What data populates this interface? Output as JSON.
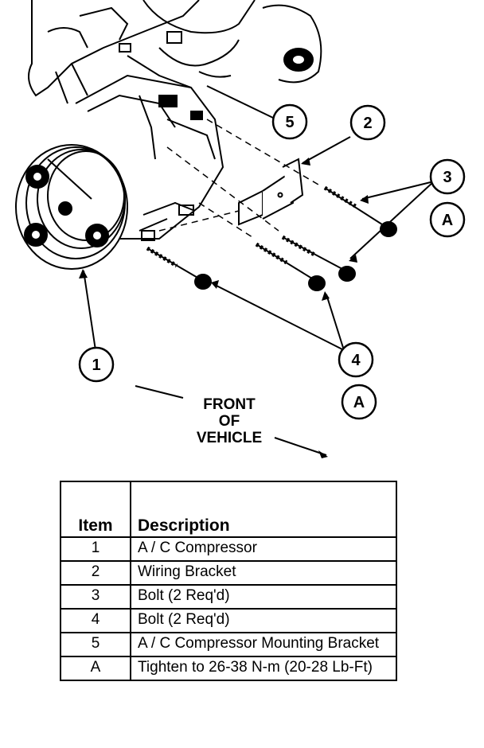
{
  "callouts": {
    "c1": "1",
    "c2": "2",
    "c3": "3",
    "c4": "4",
    "c5": "5",
    "cA_upper": "A",
    "cA_lower": "A"
  },
  "front_label": {
    "line1": "FRONT",
    "line2": "OF",
    "line3": "VEHICLE"
  },
  "legend": {
    "headers": {
      "item": "Item",
      "description": "Description"
    },
    "rows": [
      {
        "item": "1",
        "description": "A / C Compressor"
      },
      {
        "item": "2",
        "description": "Wiring Bracket"
      },
      {
        "item": "3",
        "description": "Bolt (2 Req'd)"
      },
      {
        "item": "4",
        "description": "Bolt (2 Req'd)"
      },
      {
        "item": "5",
        "description": "A / C Compressor Mounting Bracket"
      },
      {
        "item": "A",
        "description": "Tighten to 26-38 N-m (20-28 Lb-Ft)"
      }
    ]
  }
}
